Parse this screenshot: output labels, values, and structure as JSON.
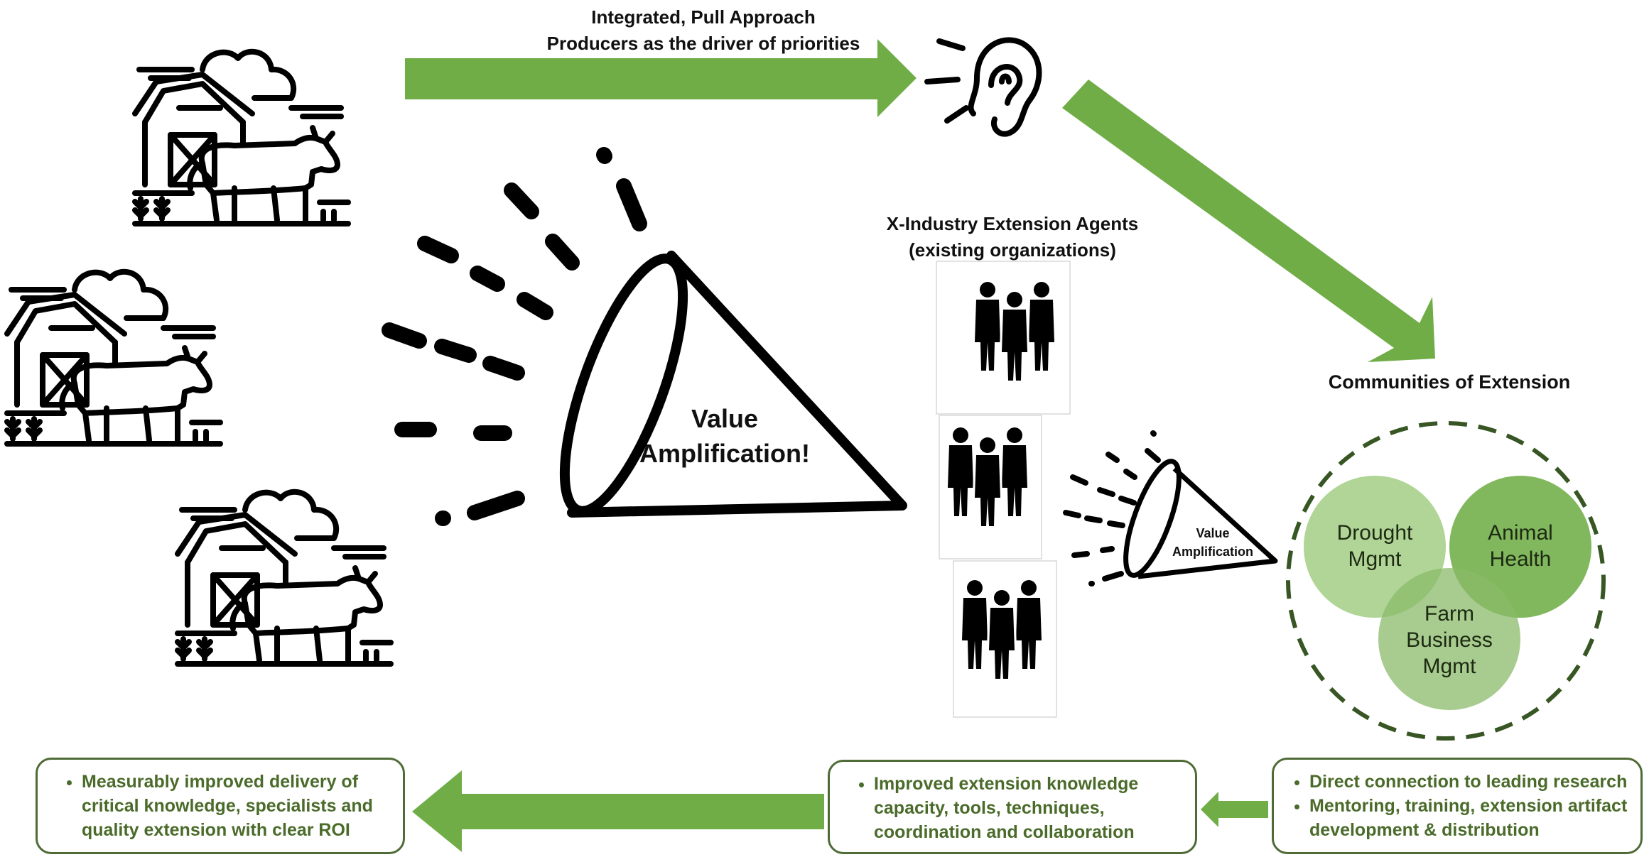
{
  "top_arrow": {
    "line1": "Integrated, Pull Approach",
    "line2": "Producers as the driver of priorities"
  },
  "big_megaphone": {
    "line1": "Value",
    "line2": "Amplification!"
  },
  "agents": {
    "line1": "X-Industry Extension Agents",
    "line2": "(existing organizations)"
  },
  "small_megaphone": {
    "line1": "Value",
    "line2": "Amplification"
  },
  "communities": {
    "title": "Communities of Extension",
    "circles": [
      {
        "lines": [
          "Drought",
          "Mgmt"
        ]
      },
      {
        "lines": [
          "Animal",
          "Health"
        ]
      },
      {
        "lines": [
          "Farm",
          "Business",
          "Mgmt"
        ]
      }
    ]
  },
  "boxes": {
    "left": [
      "Measurably improved delivery of critical knowledge, specialists and quality extension with clear ROI"
    ],
    "middle": [
      "Improved extension knowledge capacity, tools, techniques, coordination and collaboration"
    ],
    "right": [
      "Direct connection to leading research",
      "Mentoring, training, extension artifact development & distribution"
    ]
  },
  "colors": {
    "arrow_green": "#70ad47",
    "circle_light": "#a9d18e",
    "circle_mid": "#8bbb6a",
    "circle_dark": "#70ad47",
    "box_border": "#4f6b36",
    "bullet_text": "#4a6b2a"
  },
  "icons": [
    "farm-barn-cow-icon",
    "ear-listening-icon",
    "megaphone-icon",
    "group-of-people-icon"
  ]
}
